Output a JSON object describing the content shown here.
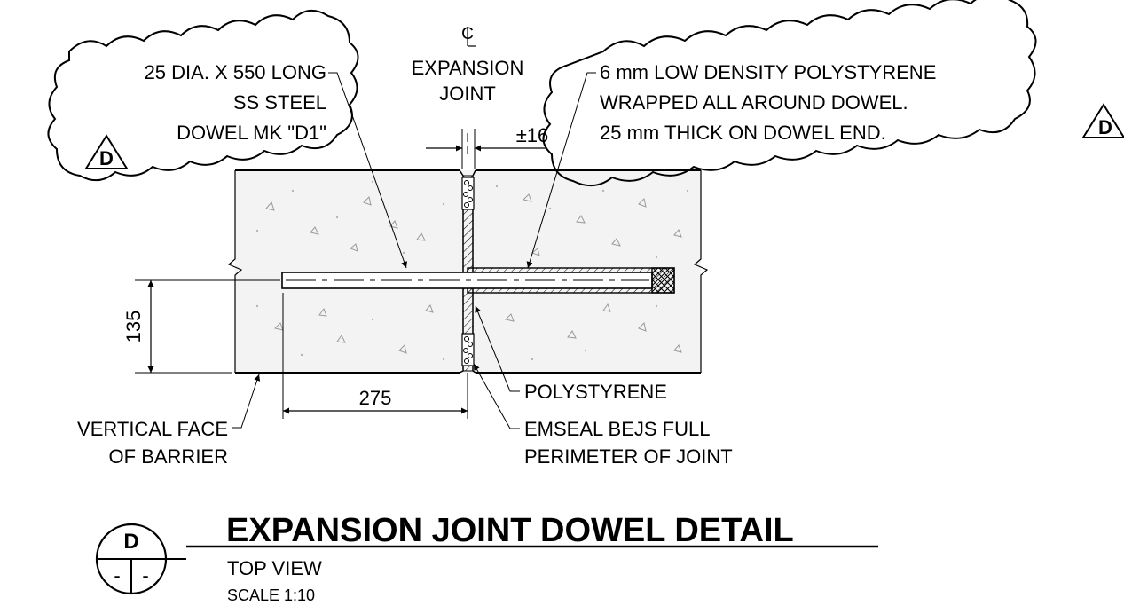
{
  "callouts": {
    "dowel": [
      "25 DIA. X 550 LONG",
      "SS STEEL",
      "DOWEL MK \"D1\""
    ],
    "polystyrene_wrap": [
      "6 mm LOW DENSITY POLYSTYRENE",
      "WRAPPED ALL AROUND DOWEL.",
      "25 mm THICK ON DOWEL END."
    ],
    "centerline": [
      "EXPANSION",
      "JOINT"
    ],
    "polystyrene": "POLYSTYRENE",
    "emseal": [
      "EMSEAL BEJS FULL",
      "PERIMETER OF JOINT"
    ],
    "barrier_face": [
      "VERTICAL FACE",
      "OF BARRIER"
    ],
    "revision_tag": "D"
  },
  "dimensions": {
    "gap": "±16",
    "edge_distance": "135",
    "embed_length": "275"
  },
  "title_block": {
    "detail_id": "D",
    "sheet_left": "-",
    "sheet_right": "-",
    "title": "EXPANSION JOINT DOWEL DETAIL",
    "view": "TOP VIEW",
    "scale": "SCALE 1:10"
  }
}
